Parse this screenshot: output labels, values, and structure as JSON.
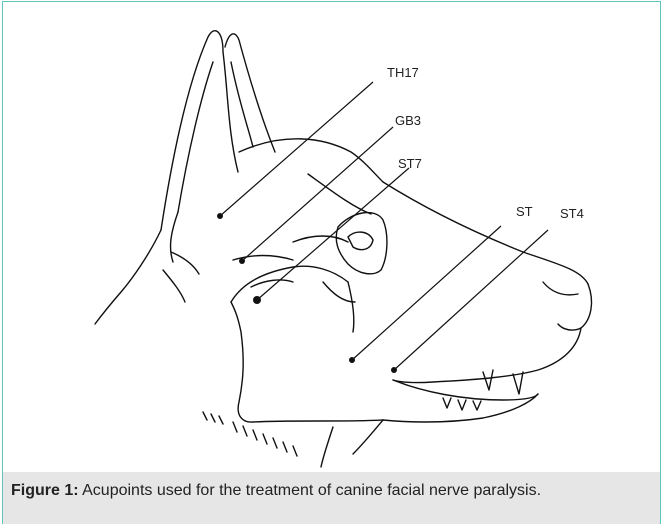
{
  "figure": {
    "labels": [
      "TH17",
      "GB3",
      "ST7",
      "ST",
      "ST4"
    ],
    "caption_prefix": "Figure 1:",
    "caption_text": " Acupoints used for the treatment of canine facial nerve paralysis.",
    "border_color": "#5fc3bf",
    "caption_bg": "#e6e6e6"
  }
}
